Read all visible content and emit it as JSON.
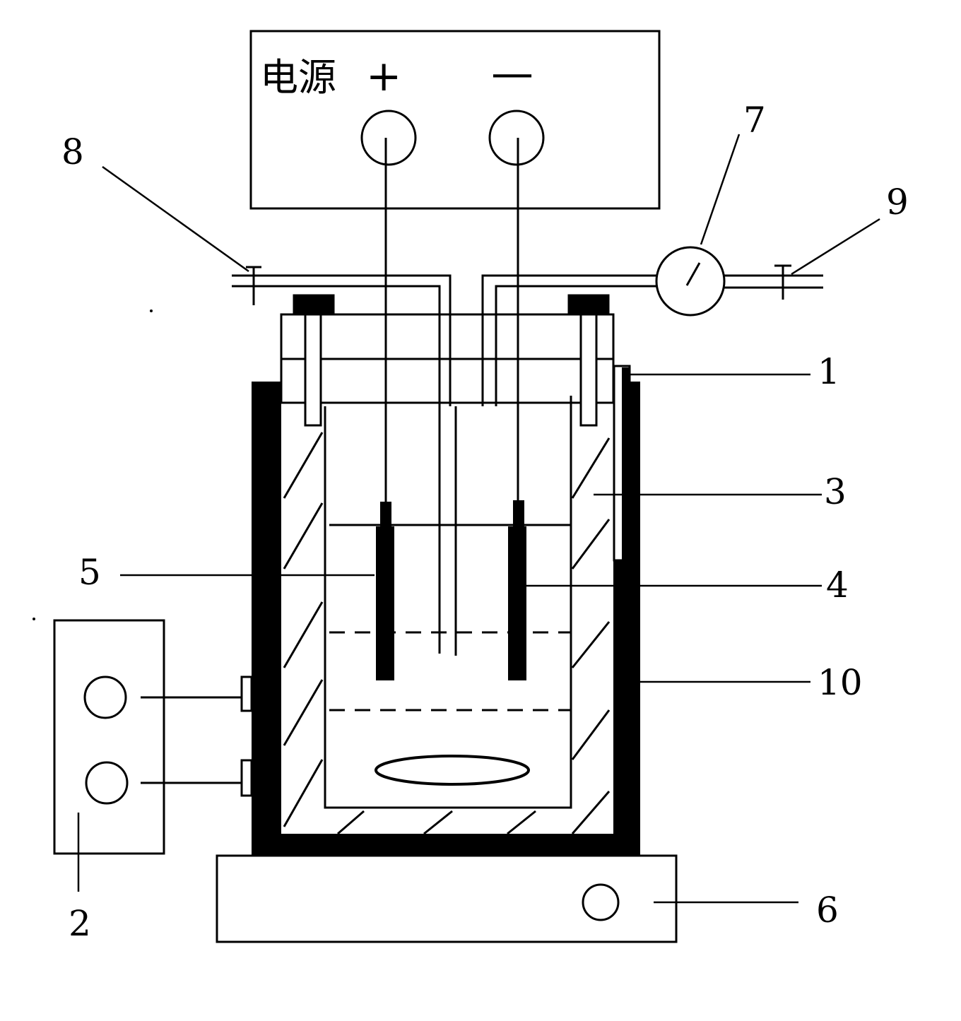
{
  "power_supply": {
    "label": "电源",
    "positive": "+",
    "negative": "—"
  },
  "callouts": {
    "c1": "1",
    "c2": "2",
    "c3": "3",
    "c4": "4",
    "c5": "5",
    "c6": "6",
    "c7": "7",
    "c8": "8",
    "c9": "9",
    "c10": "10"
  }
}
